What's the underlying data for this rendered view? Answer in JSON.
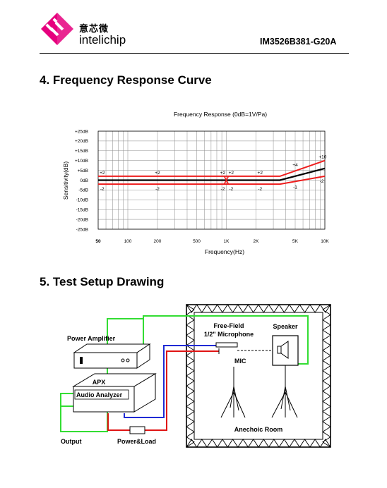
{
  "header": {
    "logo_cn": "意芯微",
    "logo_en": "intelichip",
    "part_number": "IM3526B381-G20A"
  },
  "sections": {
    "freq_title": "4. Frequency Response Curve",
    "setup_title": "5. Test Setup Drawing"
  },
  "colors": {
    "limit_line": "#ee1c1c",
    "nominal_line": "#000000",
    "grid": "#8a8a8a",
    "logo_magenta": "#e6007e",
    "wire_green": "#33dd33",
    "wire_blue": "#1f2ad4",
    "wire_red": "#e01414"
  },
  "chart_data": {
    "type": "line",
    "title": "Frequency Response (0dB=1V/Pa)",
    "xlabel": "Frequency(Hz)",
    "ylabel": "Sensitivity(dB)",
    "x_scale": "log",
    "xlim": [
      50,
      10000
    ],
    "ylim": [
      -25,
      25
    ],
    "grid": true,
    "x_ticks": [
      {
        "value": 50,
        "label": "50"
      },
      {
        "value": 100,
        "label": "100"
      },
      {
        "value": 200,
        "label": "200"
      },
      {
        "value": 500,
        "label": "500"
      },
      {
        "value": 1000,
        "label": "1K"
      },
      {
        "value": 2000,
        "label": "2K"
      },
      {
        "value": 5000,
        "label": "5K"
      },
      {
        "value": 10000,
        "label": "10K"
      }
    ],
    "y_ticks": [
      {
        "value": 25,
        "label": "+25dB"
      },
      {
        "value": 20,
        "label": "+20dB"
      },
      {
        "value": 15,
        "label": "+15dB"
      },
      {
        "value": 10,
        "label": "+10dB"
      },
      {
        "value": 5,
        "label": "+5dB"
      },
      {
        "value": 0,
        "label": "0dB"
      },
      {
        "value": -5,
        "label": "-5dB"
      },
      {
        "value": -10,
        "label": "-10dB"
      },
      {
        "value": -15,
        "label": "-15dB"
      },
      {
        "value": -20,
        "label": "-20dB"
      },
      {
        "value": -25,
        "label": "-25dB"
      }
    ],
    "series": [
      {
        "role": "upper-limit",
        "color": "#ee1c1c",
        "x": [
          50,
          1000,
          3500,
          10000
        ],
        "y": [
          2,
          2,
          2,
          10
        ]
      },
      {
        "role": "nominal",
        "color": "#000000",
        "x": [
          50,
          1000,
          3500,
          10000
        ],
        "y": [
          0,
          0,
          0,
          6
        ]
      },
      {
        "role": "lower-limit",
        "color": "#ee1c1c",
        "x": [
          50,
          1000,
          3500,
          10000
        ],
        "y": [
          -2,
          -2,
          -2,
          2
        ]
      }
    ],
    "annotations": [
      {
        "x": 55,
        "y": 2,
        "text": "+2",
        "pos": "above"
      },
      {
        "x": 200,
        "y": 2,
        "text": "+2",
        "pos": "above"
      },
      {
        "x": 920,
        "y": 2,
        "text": "+2",
        "pos": "above"
      },
      {
        "x": 1120,
        "y": 2,
        "text": "+2",
        "pos": "above"
      },
      {
        "x": 2200,
        "y": 2,
        "text": "+2",
        "pos": "above"
      },
      {
        "x": 5000,
        "y": 6,
        "text": "+4",
        "pos": "above"
      },
      {
        "x": 9500,
        "y": 10,
        "text": "+10",
        "pos": "above"
      },
      {
        "x": 55,
        "y": -2,
        "text": "-2",
        "pos": "below"
      },
      {
        "x": 200,
        "y": -2,
        "text": "-2",
        "pos": "below"
      },
      {
        "x": 920,
        "y": -2,
        "text": "-2",
        "pos": "below"
      },
      {
        "x": 1120,
        "y": -2,
        "text": "-2",
        "pos": "below"
      },
      {
        "x": 2200,
        "y": -2,
        "text": "-2",
        "pos": "below"
      },
      {
        "x": 5000,
        "y": -1,
        "text": "-1",
        "pos": "below"
      },
      {
        "x": 9300,
        "y": 2,
        "text": "-2",
        "pos": "below"
      }
    ]
  },
  "setup": {
    "power_amplifier": "Power Amplifier",
    "apx": "APX",
    "audio_analyzer": "Audio Analyzer",
    "output": "Output",
    "power_load": "Power&Load",
    "free_field": "Free-Field",
    "microphone": "1/2\" Microphone",
    "speaker": "Speaker",
    "mic": "MIC",
    "anechoic_room": "Anechoic Room"
  }
}
